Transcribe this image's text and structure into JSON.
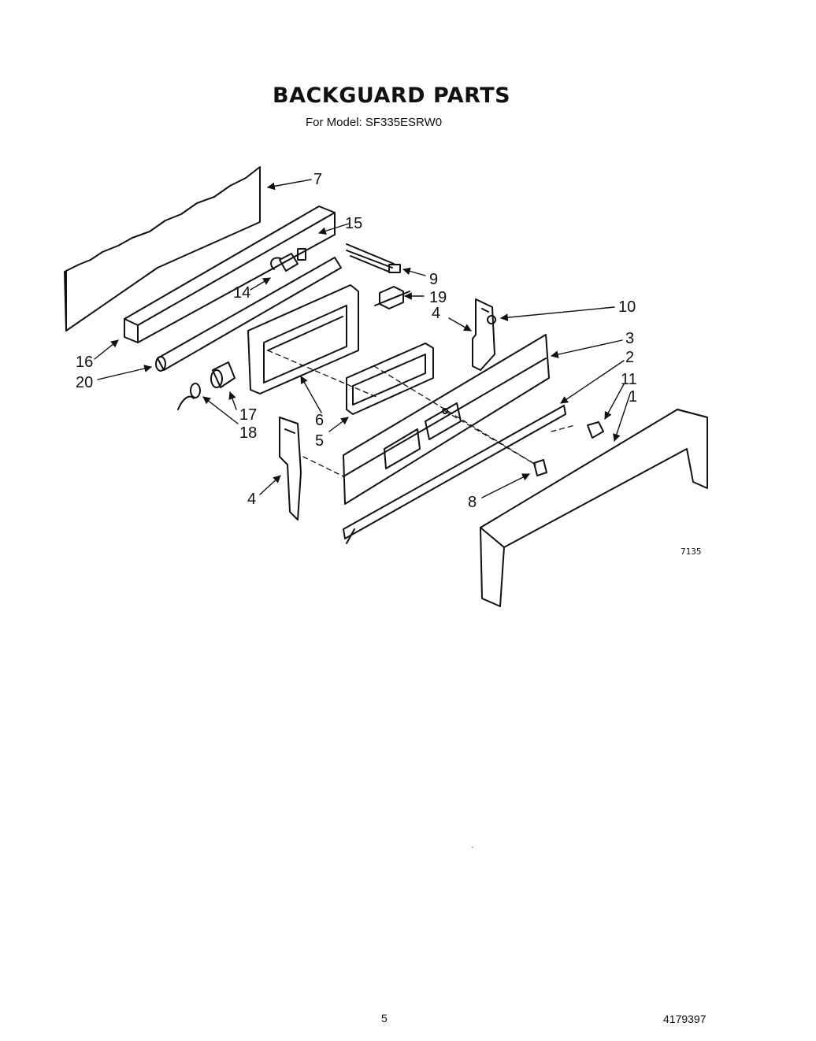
{
  "header": {
    "title": "BACKGUARD PARTS",
    "subtitle": "For Model: SF335ESRW0"
  },
  "callouts": {
    "p1": "1",
    "p2": "2",
    "p3": "3",
    "p4a": "4",
    "p4b": "4",
    "p5": "5",
    "p6": "6",
    "p7": "7",
    "p8": "8",
    "p9": "9",
    "p10": "10",
    "p11": "11",
    "p14": "14",
    "p15": "15",
    "p16": "16",
    "p17": "17",
    "p18": "18",
    "p19": "19",
    "p20": "20"
  },
  "diagram_code": "7135",
  "footer": {
    "page_number": "5",
    "doc_number": "4179397"
  }
}
